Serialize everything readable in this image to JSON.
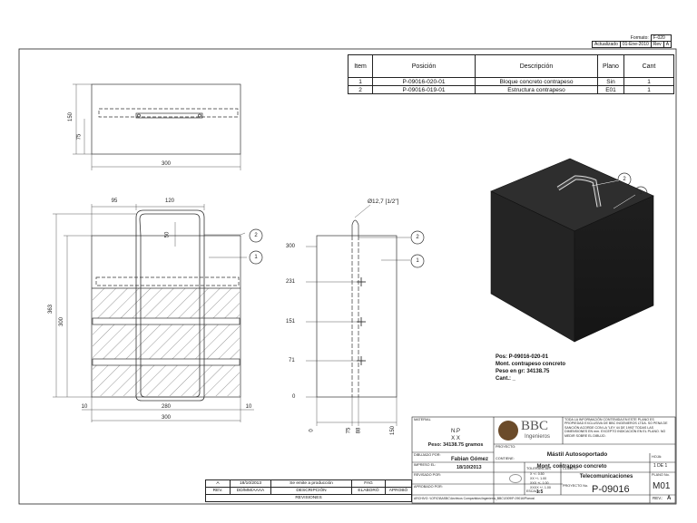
{
  "format_box": {
    "format_label": "Formato:",
    "format_value": "F-020",
    "updated_label": "Actualizado",
    "updated_date": "01-Ene-2010",
    "rev_label": "Rev",
    "rev_value": "A"
  },
  "bom": {
    "headers": [
      "Item",
      "Posición",
      "Descripción",
      "Plano",
      "Cant"
    ],
    "rows": [
      [
        "1",
        "P-09016-020-01",
        "Bloque concreto contrapeso",
        "Sin",
        "1"
      ],
      [
        "2",
        "P-09016-019-01",
        "Estructura contrapeso",
        "E01",
        "1"
      ]
    ]
  },
  "dims": {
    "top_h150": "150",
    "top_h75": "75",
    "top_w300": "300",
    "front_95": "95",
    "front_120": "120",
    "front_50": "50",
    "front_363": "363",
    "front_300": "300",
    "front_10a": "10",
    "front_280": "280",
    "front_10b": "10",
    "front_300b": "300",
    "side_300": "300",
    "side_231": "231",
    "side_151": "151",
    "side_71": "71",
    "side_0": "0",
    "side_b0": "0",
    "side_b75": "75",
    "side_b88": "88",
    "side_b150": "150",
    "side_diam": "Ø12,7 [1/2\"]"
  },
  "balloons": {
    "b1": "1",
    "b2": "2"
  },
  "iso_note": {
    "line1": "Pos: P-09016-020-01",
    "line2": "Mont. contrapeso concreto",
    "line3": "Peso en gr: 34138.75",
    "line4": "Cant.: _"
  },
  "title_block": {
    "material_label": "MATERIAL",
    "material_line1": "N.P",
    "material_line2": "X X",
    "weight": "Peso: 34138.75 gramos",
    "company": "BBC",
    "company_sub": "Ingenieros",
    "notice": "TODA LA INFORMACIÓN CONTENIDA EN ESTE PLANO ES PROPIEDAD EXCLUSIVA DE BBC INGENIEROS LTDA. SO PENA DE SANCIÓN ACORDE CON LA \"LEY 44 DE 1993\" TODAS LAS DIMENSIONES EN mm. EXCEPTO INDICACIÓN EN EL PLANO. NO MEDIR SOBRE EL DIBUJO.",
    "drawn_label": "DIBUJADO POR:",
    "drawn_by": "Fabian Gómez",
    "project_label": "PROYECTO:",
    "project": "Mástil Autosoportado",
    "printed_label": "IMPRESO EL:",
    "printed_date": "18/10/2013",
    "contains_label": "CONTIENE:",
    "contains": "Mont. contrapeso concreto",
    "sheet_label": "HOJA:",
    "sheet": "1 DE 1",
    "reviewed_label": "REVISADO POR:",
    "tolerances_label": "TOLERANCIAS",
    "tol1": "X +/- 0.50",
    "tol2": "XX +/- 1.00",
    "tol3": "XXX +/- 1.00",
    "tol4": "XXXX +/- 1.00",
    "client_label": "CLIENTE:",
    "client": "Telecomunicaciones",
    "plan_no_label": "PLANO No.",
    "plan_no": "M01",
    "approved_label": "APROBADO POR:",
    "scale_label": "ESCALA:",
    "scale": "1:5",
    "project_no_label": "PROYECTO No.",
    "project_no": "P-09016",
    "file_path": "ARCHIVO: \\\\OFIC\\BASBC\\Archivos Compartidos\\Ingeniería_BBC\\2009\\P-09016\\Planos\\",
    "rev_label": "REV.:",
    "rev": "A"
  },
  "revisions": {
    "row": [
      "A",
      "18/10/2013",
      "Se emite a producción",
      "FAG",
      ""
    ],
    "headers": [
      "REV.",
      "DD/MM/AAAA",
      "DESCRIPCIÓN",
      "ELABORÓ",
      "APROBÓ"
    ],
    "footer": "REVISIONES"
  }
}
